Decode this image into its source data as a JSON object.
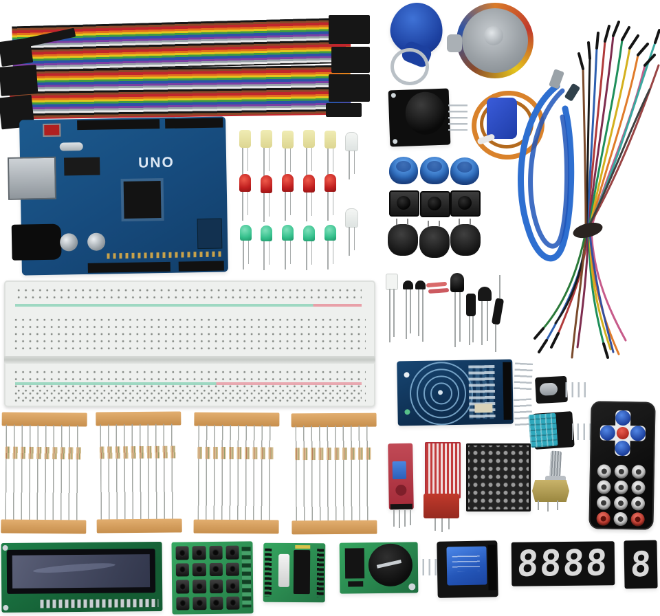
{
  "scene": {
    "title": "Arduino UNO starter kit component flat-lay photo",
    "background": "#ffffff"
  },
  "labels": {
    "arduino_board": "UNO",
    "seven_segment_4digit": "8888",
    "seven_segment_1digit": "8"
  },
  "palette": {
    "arduino_blue": "#164a7c",
    "navy_pcb": "#123a5e",
    "pcb_green": "#2e9e57",
    "pcb_dark_green": "#1e7f49",
    "relay_blue": "#2456b8",
    "module_red": "#b5313e",
    "knob_blue": "#2f6fc0",
    "usb_blue": "#2e6fd0",
    "tape_tan": "#d9a362",
    "resistor_beige": "#dcc093",
    "led_yellow": "#e9e5ad",
    "led_red": "#c92a2a",
    "led_green": "#35c08c"
  },
  "components": [
    {
      "name": "ribbon-jumper-cable",
      "desc": "40-wire rainbow ribbon dupont jumper cable with black connector ends"
    },
    {
      "name": "arduino-uno-board",
      "label": "UNO",
      "desc": "blue UNO R3 compatible board with USB port, barrel jack, QFP chip"
    },
    {
      "name": "led-yellow",
      "qty": 5
    },
    {
      "name": "led-red",
      "qty": 5
    },
    {
      "name": "led-green",
      "qty": 5
    },
    {
      "name": "led-clear",
      "qty": 2
    },
    {
      "name": "rfid-keyfob",
      "desc": "blue RFID tag fob with metal key ring"
    },
    {
      "name": "stepper-motor",
      "desc": "silver round stepper motor wrapped with multicolor wires"
    },
    {
      "name": "joystick-module",
      "desc": "black PCB with round joystick knob and header pins"
    },
    {
      "name": "servo-motor",
      "desc": "blue micro servo coiled in orange wire"
    },
    {
      "name": "usb-cable",
      "desc": "blue USB A-B cable coiled in a loop"
    },
    {
      "name": "jumper-wire-bundle",
      "desc": "flexible multicolor breadboard jumper wires tied at the middle"
    },
    {
      "name": "potentiometer-cap",
      "qty": 3,
      "desc": "blue rotary caps"
    },
    {
      "name": "tactile-button",
      "qty": 3,
      "desc": "black push buttons"
    },
    {
      "name": "buzzer",
      "qty": 3,
      "desc": "black round buzzers"
    },
    {
      "name": "breadboard-830",
      "desc": "white solderless breadboard with green/red power rails"
    },
    {
      "name": "discrete-components",
      "desc": "clear LED, transistors, red diodes, black LED, capacitor, diode with wire leads"
    },
    {
      "name": "rfid-rc522-module",
      "desc": "navy RC522 reader board with spiral antenna and pin headers"
    },
    {
      "name": "tilt-sensor-module",
      "desc": "small black sensor with pins"
    },
    {
      "name": "dht11-sensor",
      "desc": "teal humidity sensor on black breakout"
    },
    {
      "name": "rotary-potentiometer",
      "desc": "potentiometer with knurled metal shaft"
    },
    {
      "name": "ir-remote",
      "desc": "black 17-key remote: blue arrow d-pad, red center, silver keys, two red keys"
    },
    {
      "name": "resistor-strip",
      "qty": 4,
      "desc": "about ten taped axial resistors per strip"
    },
    {
      "name": "lcd1602-display",
      "desc": "green PCB character LCD with dark screen"
    },
    {
      "name": "keypad-4x4",
      "desc": "green PCB with 16 black keys"
    },
    {
      "name": "driver-module",
      "desc": "green breakout with black DIP IC and white capacitor"
    },
    {
      "name": "rtc-module",
      "desc": "green module with black coin-cell holder"
    },
    {
      "name": "relay-module",
      "desc": "blue relay cube on dark PCB"
    },
    {
      "name": "sound-sensor-module",
      "desc": "red module with blue capacitor and pins"
    },
    {
      "name": "water-level-sensor",
      "desc": "red striped sensor board"
    },
    {
      "name": "led-matrix-8x8",
      "desc": "black 8x8 dot matrix display"
    },
    {
      "name": "seven-segment-4digit",
      "value": "8888"
    },
    {
      "name": "seven-segment-1digit",
      "value": "8"
    }
  ]
}
